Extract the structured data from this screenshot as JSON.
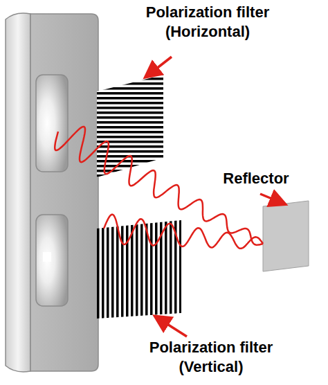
{
  "diagram": {
    "labels": [
      "Polarization filter (Horizontal)",
      "Reflector",
      "Polarization filter (Vertical)"
    ]
  }
}
